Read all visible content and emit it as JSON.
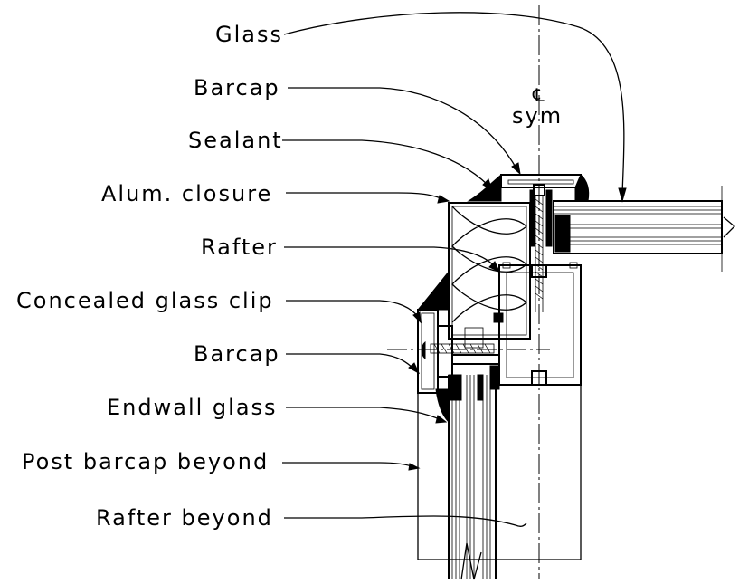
{
  "labels": {
    "glass": "Glass",
    "barcap_top": "Barcap",
    "sealant": "Sealant",
    "alum_closure": "Alum. closure",
    "rafter": "Rafter",
    "concealed_glass_clip": "Concealed glass clip",
    "barcap_bottom": "Barcap",
    "endwall_glass": "Endwall glass",
    "post_barcap_beyond": "Post barcap beyond",
    "rafter_beyond": "Rafter beyond"
  },
  "symmetry": {
    "centerline_symbol": "℄",
    "text": "sym"
  }
}
